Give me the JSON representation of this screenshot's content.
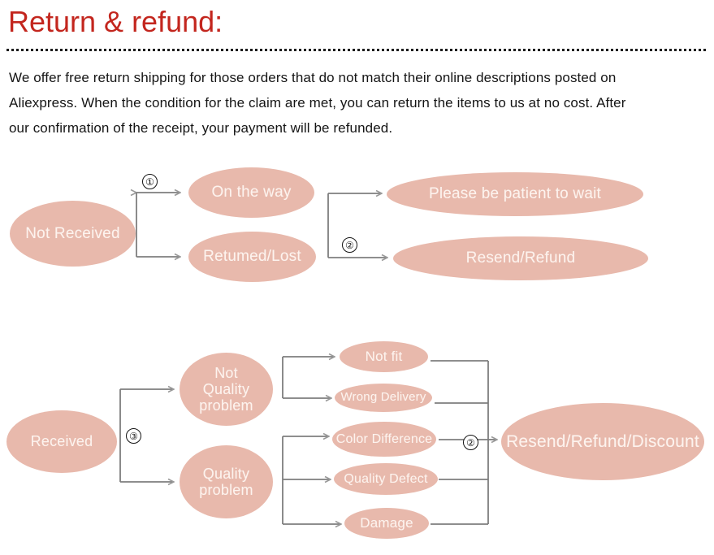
{
  "page": {
    "title": "Return & refund:",
    "title_color": "#c3261e",
    "divider": "dashed-rule",
    "background": "#ffffff",
    "node_fill": "#e8b9ac",
    "node_text_color": "#fdf3ee",
    "connector_color": "#7a7a7a"
  },
  "intro": {
    "line1": "We offer free return shipping for  those orders that do not  match their online descriptions  posted on",
    "line2": "Aliexpress. When the condition for the claim are met, you can return the items to us at no cost. After",
    "line3": "our confirmation of the receipt, your payment will be refunded."
  },
  "flow_not_received": {
    "start": "Not Received",
    "step_marker_1": "①",
    "step_marker_2": "②",
    "branches": [
      {
        "label": "On the way",
        "outcome": "Please be patient to wait"
      },
      {
        "label": "Retumed/Lost",
        "outcome": "Resend/Refund"
      }
    ]
  },
  "flow_received": {
    "start": "Received",
    "step_marker_3": "③",
    "step_marker_2": "②",
    "categories": [
      {
        "label": "Not Quality problem",
        "line1": "Not",
        "line2": "Quality",
        "line3": "problem",
        "reasons": [
          "Not fit",
          "Wrong Delivery"
        ]
      },
      {
        "label": "Quality problem",
        "line1": "Quality",
        "line2": "problem",
        "line3": "",
        "reasons": [
          "Color Difference",
          "Quality Defect",
          "Damage"
        ]
      }
    ],
    "reasons_flat": [
      "Not fit",
      "Wrong Delivery",
      "Color Difference",
      "Quality Defect",
      "Damage"
    ],
    "outcome": "Resend/Refund/Discount"
  }
}
